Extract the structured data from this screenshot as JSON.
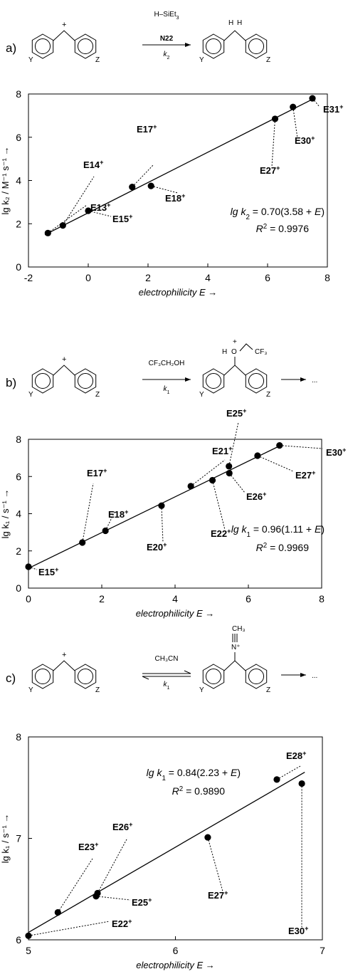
{
  "colors": {
    "ink": "#000000",
    "background": "#ffffff"
  },
  "chart_data": [
    {
      "type": "scatter",
      "panel_label": "a)",
      "scheme": {
        "reagent": "H–SiEt",
        "reagent_sub": "3",
        "nucleophile": "N22",
        "rate_const": "k",
        "rate_const_sub": "2",
        "ring_left": "Y",
        "ring_right": "Z",
        "cation_sign": "+",
        "product_H1": "H",
        "product_H2": "H"
      },
      "xlabel": "electrophilicity E →",
      "ylabel": "lg k₂ / M⁻¹ s⁻¹ →",
      "xlim": [
        -2,
        8
      ],
      "ylim": [
        0,
        8
      ],
      "xticks": [
        "-2",
        "0",
        "2",
        "4",
        "6",
        "8"
      ],
      "yticks": [
        "0",
        "2",
        "4",
        "6",
        "8"
      ],
      "fit": {
        "slope": 0.7,
        "intercept_term": 3.58
      },
      "equation": "lg k₂ = 0.70(3.58 + E)",
      "r2": "R² = 0.9976",
      "points": [
        {
          "label": "E13⁺",
          "x": -1.35,
          "y": 1.57
        },
        {
          "label": "E14⁺",
          "x": -0.85,
          "y": 1.92
        },
        {
          "label": "E15⁺",
          "x": 0.0,
          "y": 2.6
        },
        {
          "label": "E17⁺",
          "x": 1.47,
          "y": 3.7
        },
        {
          "label": "E18⁺",
          "x": 2.1,
          "y": 3.75
        },
        {
          "label": "E27⁺",
          "x": 6.25,
          "y": 6.85
        },
        {
          "label": "E30⁺",
          "x": 6.85,
          "y": 7.4
        },
        {
          "label": "E31⁺",
          "x": 7.5,
          "y": 7.8
        }
      ]
    },
    {
      "type": "scatter",
      "panel_label": "b)",
      "scheme": {
        "reagent": "CF₃CH₂OH",
        "rate_const": "k",
        "rate_const_sub": "1",
        "ring_left": "Y",
        "ring_right": "Z",
        "cation_sign": "+",
        "oxonium_H": "H",
        "oxonium_O": "O",
        "oxonium_CF3": "CF₃",
        "ellipsis": "..."
      },
      "xlabel": "electrophilicity E →",
      "ylabel": "lg k₁ / s⁻¹ →",
      "xlim": [
        0,
        8
      ],
      "ylim": [
        0,
        8
      ],
      "xticks": [
        "0",
        "2",
        "4",
        "6",
        "8"
      ],
      "yticks": [
        "0",
        "2",
        "4",
        "6",
        "8"
      ],
      "fit": {
        "slope": 0.96,
        "intercept_term": 1.11
      },
      "equation": "lg k₁ = 0.96(1.11 + E)",
      "r2": "R² = 0.9969",
      "points": [
        {
          "label": "E15⁺",
          "x": 0.0,
          "y": 1.15
        },
        {
          "label": "E17⁺",
          "x": 1.47,
          "y": 2.45
        },
        {
          "label": "E18⁺",
          "x": 2.1,
          "y": 3.08
        },
        {
          "label": "E20⁺",
          "x": 3.63,
          "y": 4.43
        },
        {
          "label": "E21⁺",
          "x": 4.43,
          "y": 5.48
        },
        {
          "label": "E22⁺",
          "x": 5.02,
          "y": 5.8
        },
        {
          "label": "E25⁺",
          "x": 5.47,
          "y": 6.55
        },
        {
          "label": "E26⁺",
          "x": 5.48,
          "y": 6.18
        },
        {
          "label": "E27⁺",
          "x": 6.25,
          "y": 7.12
        },
        {
          "label": "E30⁺",
          "x": 6.85,
          "y": 7.67
        }
      ]
    },
    {
      "type": "scatter",
      "panel_label": "c)",
      "scheme": {
        "reagent": "CH₃CN",
        "rate_const": "k",
        "rate_const_sub": "1",
        "ring_left": "Y",
        "ring_right": "Z",
        "cation_sign": "+",
        "nitrilium_CH3": "CH₃",
        "nitrilium_N": "N⁺",
        "ellipsis": "..."
      },
      "xlabel": "electrophilicity E →",
      "ylabel": "lg k₁ / s⁻¹ →",
      "xlim": [
        5,
        7
      ],
      "ylim": [
        6,
        8
      ],
      "xticks": [
        "5",
        "6",
        "7"
      ],
      "yticks": [
        "6",
        "7",
        "8"
      ],
      "fit": {
        "slope": 0.84,
        "intercept_term": 2.23
      },
      "equation": "lg k₁ = 0.84(2.23 + E)",
      "r2": "R² = 0.9890",
      "points": [
        {
          "label": "E22⁺",
          "x": 5.0,
          "y": 6.04
        },
        {
          "label": "E23⁺",
          "x": 5.2,
          "y": 6.27
        },
        {
          "label": "E25⁺",
          "x": 5.46,
          "y": 6.43
        },
        {
          "label": "E26⁺",
          "x": 5.47,
          "y": 6.46
        },
        {
          "label": "E27⁺",
          "x": 6.22,
          "y": 7.01
        },
        {
          "label": "E28⁺",
          "x": 6.69,
          "y": 7.58
        },
        {
          "label": "E30⁺",
          "x": 6.86,
          "y": 7.54
        }
      ]
    }
  ]
}
